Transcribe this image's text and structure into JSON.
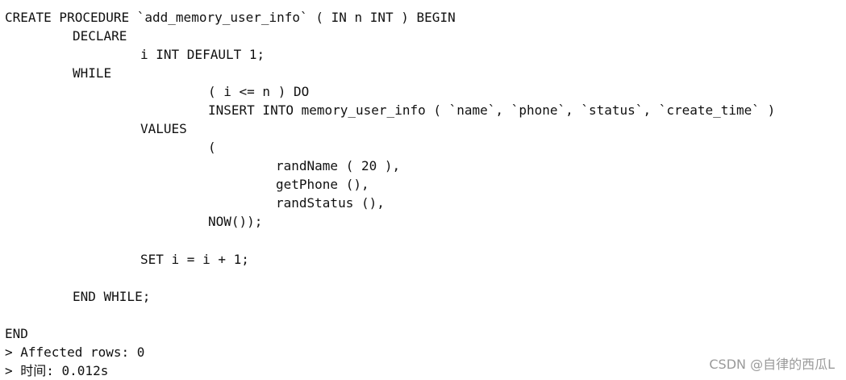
{
  "editor": {
    "lines": [
      "CREATE PROCEDURE `add_memory_user_info` ( IN n INT ) BEGIN",
      "DECLARE",
      "i INT DEFAULT 1;",
      "WHILE",
      "( i <= n ) DO",
      "INSERT INTO memory_user_info ( `name`, `phone`, `status`, `create_time` )",
      "VALUES",
      "(",
      "randName ( 20 ),",
      "getPhone (),",
      "randStatus (),",
      "NOW());",
      "SET i = i + 1;",
      "END WHILE;",
      "END"
    ]
  },
  "result": {
    "affected_rows": "> Affected rows: 0",
    "time": "> 时间: 0.012s"
  },
  "watermark": "CSDN @自律的西瓜L"
}
